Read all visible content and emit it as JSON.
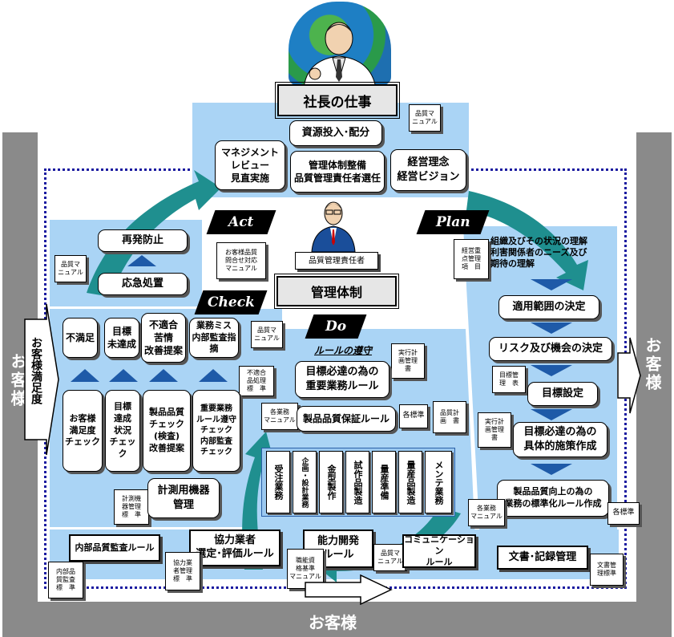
{
  "president_work": "社長の仕事",
  "resource_input": "資源投入･配分",
  "management_review": "マネジメントレビュー\n見直実施",
  "management_system_setup": "管理体制整備\n品質管理責任者選任",
  "management_philosophy": "経営理念\n経営ビジョン",
  "quality_manual_top": "品質マ\nニュアル",
  "quality_manager": "品質管理責任者",
  "management_system": "管理体制",
  "cycle": {
    "act": "Act",
    "check": "Check",
    "do": "Do",
    "plan": "Plan"
  },
  "act": {
    "recurrence_prevention": "再発防止",
    "emergency_treatment": "応急処置",
    "quality_manual": "品質マ\nニュアル",
    "customer_inquiry_manual": "お客様品質\n問合せ対応\nマニュアル"
  },
  "check": {
    "dissatisfaction": "不満足",
    "target_not_achieved": "目標\n未達成",
    "nonconformity_complaint": "不適合\n苦情\n改善提案",
    "business_error": "業務ミス\n内部監査指摘",
    "quality_manual": "品質マ\nニュアル",
    "customer_satisfaction_check": "お客様\n満足度\nチェック",
    "target_status_check": "目標\n達成\n状況\nチェック",
    "product_quality_check": "製品品質\nチェック\n(検査)\n改善提案",
    "compliance_check": "重要業務\nルール遵守\nチェック\n内部監査\nチェック",
    "nonconforming_standard": "不適合\n品処理\n標　準",
    "instrument_standard": "計測機\n器管理\n標　準",
    "instrument_management": "計測用機器\n管理"
  },
  "do": {
    "rule_compliance": "ルールの遵守",
    "execution_plan": "実行計\n画管理\n書",
    "key_business_rule": "目標必達の為の\n重要業務ルール",
    "business_manual": "各業務\nマニュアル",
    "product_quality_rule": "製品品質保証ルール",
    "each_standard": "各標準",
    "quality_plan": "品質計\n画　書",
    "process": [
      "受注業務",
      "企画・設計業務",
      "金型製作",
      "試作品製造",
      "量産準備",
      "量産品製造",
      "メンテ業務"
    ]
  },
  "plan": {
    "management_items": "経営重\n点管理\n項　目",
    "understanding": "組織及びその状況の理解\n利害関係者のニーズ及び\n期待の理解",
    "scope": "適用範囲の決定",
    "risk": "リスク及び機会の決定",
    "target_standard": "目標管\n理　表",
    "target_setting": "目標設定",
    "execution_plan": "実行計\n画管理\n書",
    "measures": "目標必達の為の\n具体的施策作成",
    "standardization": "製品品質向上の為の\n業務の標準化ルール作成",
    "business_manual": "各業務\nマニュアル",
    "each_standard": "各標準"
  },
  "bottom": {
    "internal_audit_rule": "内部品質監査ルール",
    "internal_audit_standard": "内部品\n質監査\n標　準",
    "partner_rule": "協力業者\n選定･評価ルール",
    "partner_standard": "協力業\n者管理\n標　準",
    "skill_rule": "能力開発\nルール",
    "skill_manual": "職能資\n格基準\nマニュアル",
    "quality_manual": "品質マ\nニュアル",
    "communication_rule": "コミュニケーション\nルール",
    "document_record": "文書･記録管理",
    "document_standard": "文書管\n理標準"
  },
  "customer": {
    "left": "お客様",
    "right": "お客様",
    "bottom": "お客様",
    "satisfaction": "お客様満足度"
  },
  "colors": {
    "panel": "#aad4f5",
    "teal": "#1f8f8f",
    "arrow_blue": "#1e5aa8",
    "pillar": "#8a8a8a",
    "dots": "#1a1aa0"
  }
}
